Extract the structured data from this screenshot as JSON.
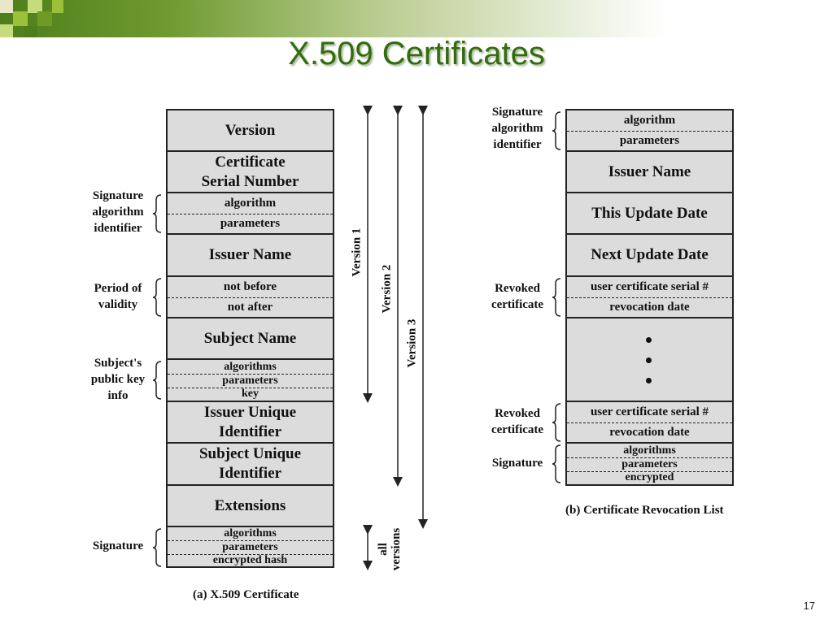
{
  "slide": {
    "title": "X.509 Certificates",
    "page_number": "17"
  },
  "cert": {
    "version": "Version",
    "serial": "Certificate\nSerial Number",
    "sig_alg": [
      "algorithm",
      "parameters"
    ],
    "issuer": "Issuer Name",
    "validity": [
      "not before",
      "not after"
    ],
    "subject": "Subject Name",
    "pubkey": [
      "algorithms",
      "parameters",
      "key"
    ],
    "issuer_uid": "Issuer Unique\nIdentifier",
    "subject_uid": "Subject Unique\nIdentifier",
    "extensions": "Extensions",
    "signature": [
      "algorithms",
      "parameters",
      "encrypted hash"
    ],
    "labels": {
      "sig_alg": "Signature\nalgorithm\nidentifier",
      "validity": "Period of\nvalidity",
      "pubkey": "Subject's\npublic key\ninfo",
      "signature": "Signature"
    },
    "versions": {
      "v1": "Version 1",
      "v2": "Version 2",
      "v3": "Version 3",
      "all": "all\nversions"
    },
    "caption": "(a) X.509 Certificate"
  },
  "crl": {
    "sig_alg": [
      "algorithm",
      "parameters"
    ],
    "issuer": "Issuer Name",
    "this_update": "This Update Date",
    "next_update": "Next Update Date",
    "revoked1": [
      "user certificate serial #",
      "revocation date"
    ],
    "revoked2": [
      "user certificate serial #",
      "revocation date"
    ],
    "signature": [
      "algorithms",
      "parameters",
      "encrypted"
    ],
    "labels": {
      "sig_alg": "Signature\nalgorithm\nidentifier",
      "revoked1": "Revoked\ncertificate",
      "revoked2": "Revoked\ncertificate",
      "signature": "Signature"
    },
    "caption": "(b) Certificate Revocation List"
  }
}
